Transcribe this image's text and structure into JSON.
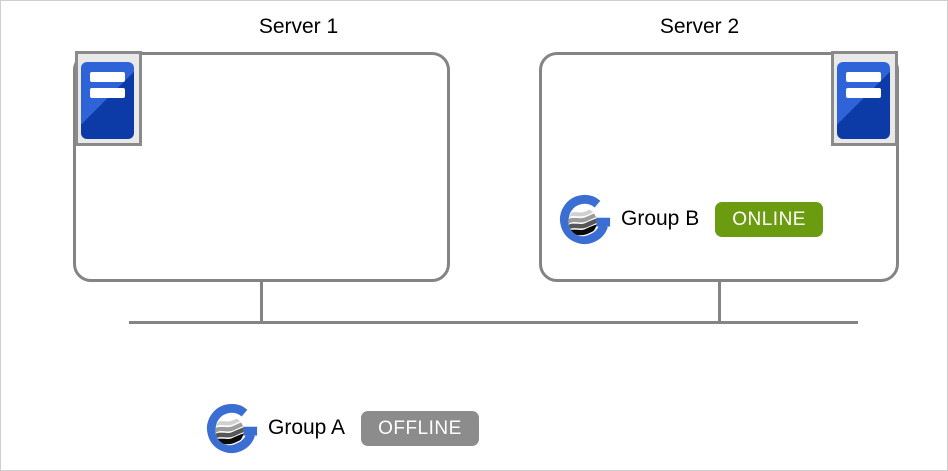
{
  "diagram": {
    "server1": {
      "label": "Server 1",
      "icon": "server-tower-icon"
    },
    "server2": {
      "label": "Server 2",
      "icon": "server-tower-icon",
      "group": {
        "icon": "group-globe-icon",
        "label": "Group B",
        "status": "ONLINE",
        "status_color": "#6b9c10"
      }
    },
    "floating_group": {
      "icon": "group-globe-icon",
      "label": "Group A",
      "status": "OFFLINE",
      "status_color": "#8c8c8c"
    },
    "network": {
      "bus_line": "shared-network-bus",
      "connectors": 2
    },
    "colors": {
      "box_border": "#848484",
      "connector_line": "#848484",
      "server_icon_border": "#8a8a8a",
      "server_icon_bg": "#e9e9e9",
      "server_tower_blue_light": "#2f64d8",
      "server_tower_blue_dark": "#0c3aa6",
      "group_logo_blue": "#3a6ed2",
      "online_bg": "#6b9c10",
      "offline_bg": "#8c8c8c",
      "label_text": "#000000",
      "badge_text": "#ffffff"
    }
  }
}
